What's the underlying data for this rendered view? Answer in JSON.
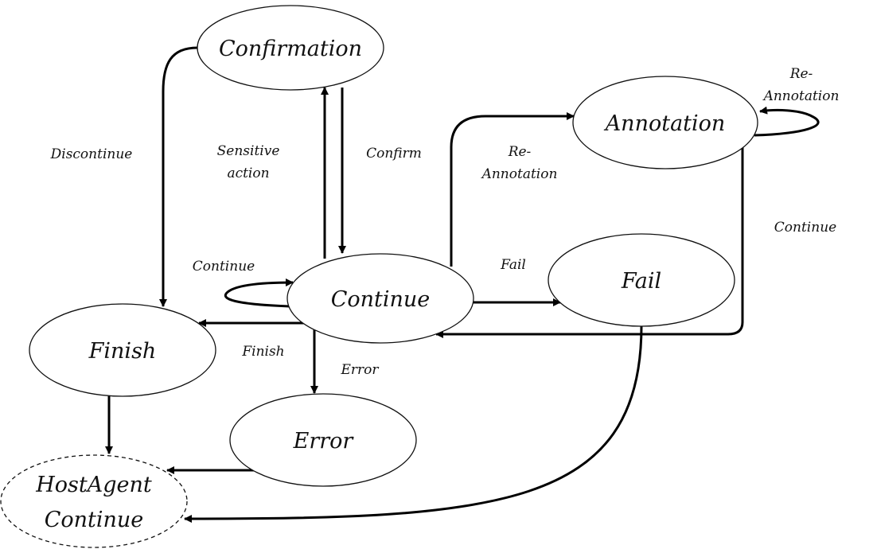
{
  "diagram": {
    "nodes": {
      "confirmation": "Confirmation",
      "annotation": "Annotation",
      "continue": "Continue",
      "fail": "Fail",
      "finish": "Finish",
      "error": "Error",
      "hostagent_line1": "HostAgent",
      "hostagent_line2": "Continue"
    },
    "edges": {
      "discontinue": "Discontinue",
      "sensitive_line1": "Sensitive",
      "sensitive_line2": "action",
      "confirm": "Confirm",
      "reannotation_line1": "Re-",
      "reannotation_line2": "Annotation",
      "annotation_self_line1": "Re-",
      "annotation_self_line2": "Annotation",
      "annotation_continue": "Continue",
      "continue_self": "Continue",
      "fail": "Fail",
      "finish": "Finish",
      "error": "Error"
    }
  }
}
